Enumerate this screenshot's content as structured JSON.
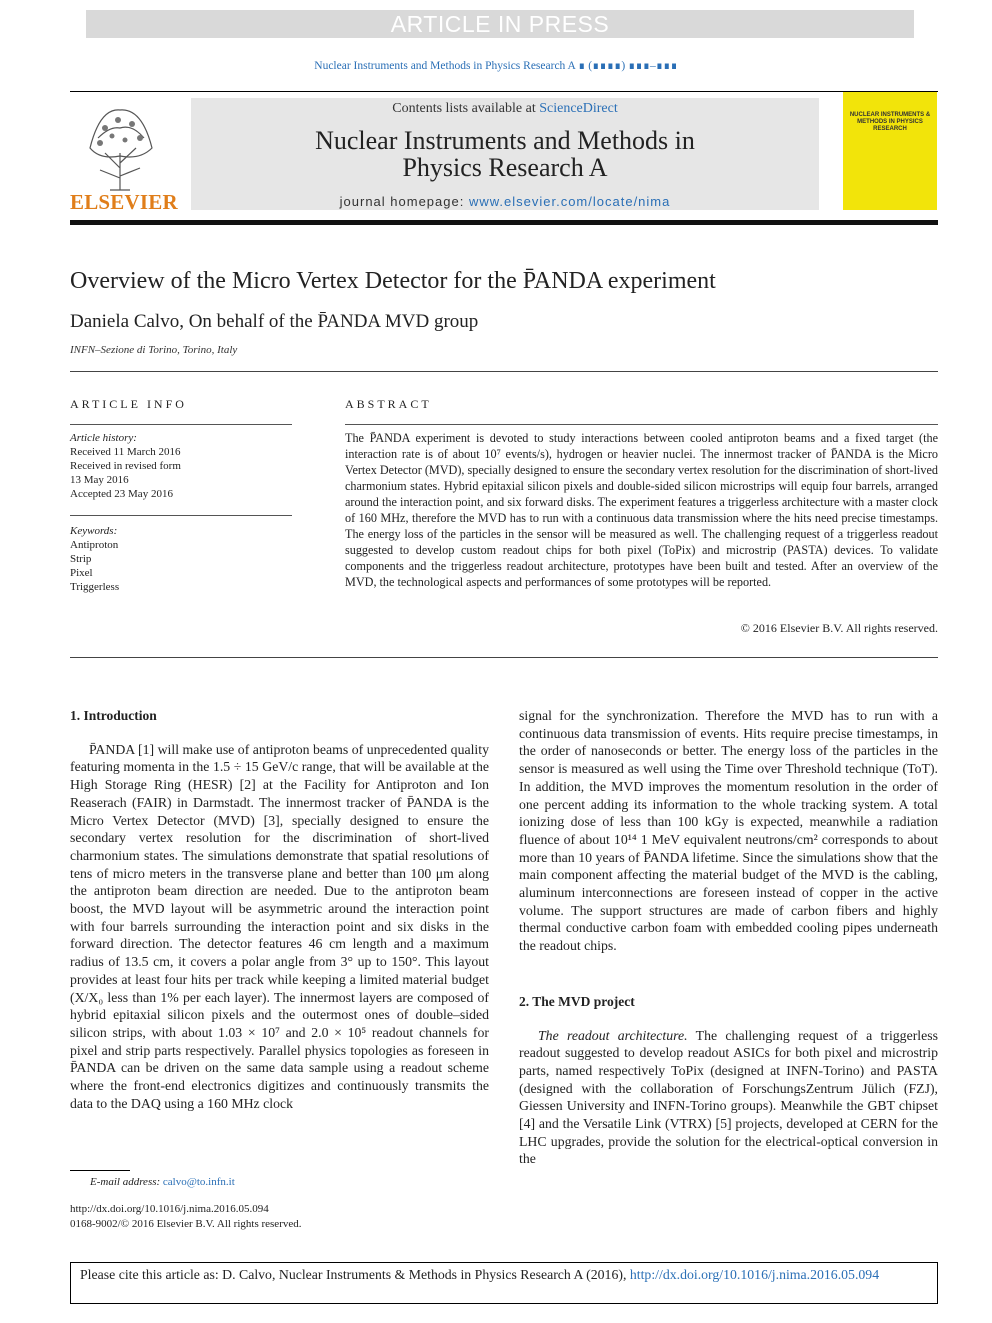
{
  "header": {
    "press_banner": "ARTICLE IN PRESS",
    "journal_citation": "Nuclear Instruments and Methods in Physics Research A ∎ (∎∎∎∎) ∎∎∎–∎∎∎",
    "contents_prefix": "Contents lists available at ",
    "contents_link": "ScienceDirect",
    "journal_title_line1": "Nuclear Instruments and Methods in",
    "journal_title_line2": "Physics Research A",
    "homepage_prefix": "journal homepage: ",
    "homepage_link": "www.elsevier.com/locate/nima",
    "publisher_logo_text": "ELSEVIER",
    "cover_text": "NUCLEAR INSTRUMENTS & METHODS IN PHYSICS RESEARCH"
  },
  "article": {
    "title": "Overview of the Micro Vertex Detector for the P̄ANDA experiment",
    "authors": "Daniela Calvo, On behalf of the P̄ANDA MVD group",
    "affiliation": "INFN–Sezione di Torino, Torino, Italy"
  },
  "article_info": {
    "label": "ARTICLE INFO",
    "history_label": "Article history:",
    "history": [
      "Received 11 March 2016",
      "Received in revised form",
      "13 May 2016",
      "Accepted 23 May 2016"
    ],
    "keywords_label": "Keywords:",
    "keywords": [
      "Antiproton",
      "Strip",
      "Pixel",
      "Triggerless"
    ]
  },
  "abstract": {
    "label": "ABSTRACT",
    "text": "The P̄ANDA experiment is devoted to study interactions between cooled antiproton beams and a fixed target (the interaction rate is of about 10⁷ events/s), hydrogen or heavier nuclei. The innermost tracker of P̄ANDA is the Micro Vertex Detector (MVD), specially designed to ensure the secondary vertex resolution for the discrimination of short-lived charmonium states. Hybrid epitaxial silicon pixels and double-sided silicon microstrips will equip four barrels, arranged around the interaction point, and six forward disks. The experiment features a triggerless architecture with a master clock of 160 MHz, therefore the MVD has to run with a continuous data transmission where the hits need precise timestamps. The energy loss of the particles in the sensor will be measured as well. The challenging request of a triggerless readout suggested to develop custom readout chips for both pixel (ToPix) and microstrip (PASTA) devices. To validate components and the triggerless readout architecture, prototypes have been built and tested. After an overview of the MVD, the technological aspects and performances of some prototypes will be reported.",
    "copyright": "© 2016 Elsevier B.V. All rights reserved."
  },
  "body": {
    "sec1_heading": "1.  Introduction",
    "sec1_para": "P̄ANDA [1] will make use of antiproton beams of unprecedented quality featuring momenta in the 1.5 ÷ 15 GeV/c range, that will be available at the High Storage Ring (HESR) [2] at the Facility for Antiproton and Ion Reaserach (FAIR) in Darmstadt. The innermost tracker of P̄ANDA is the Micro Vertex Detector (MVD) [3], specially designed to ensure the secondary vertex resolution for the discrimination of short-lived charmonium states. The simulations demonstrate that spatial resolutions of tens of micro meters in the transverse plane and better than 100 μm along the antiproton beam direction are needed. Due to the antiproton beam boost, the MVD layout will be asymmetric around the interaction point with four barrels surrounding the interaction point and six disks in the forward direction. The detector features 46 cm length and a maximum radius of 13.5 cm, it covers a polar angle from 3° up to 150°. This layout provides at least four hits per track while keeping a limited material budget (X/X₀ less than 1% per each layer). The innermost layers are composed of hybrid epitaxial silicon pixels and the outermost ones of double–sided silicon strips, with about 1.03 × 10⁷ and 2.0 × 10⁵ readout channels for pixel and strip parts respectively. Parallel physics topologies as foreseen in P̄ANDA can be driven on the same data sample using a readout scheme where the front-end electronics digitizes and continuously transmits the data to the DAQ using a 160 MHz clock",
    "col2_para": "signal for the synchronization. Therefore the MVD has to run with a continuous data transmission of events. Hits require precise timestamps, in the order of nanoseconds or better. The energy loss of the particles in the sensor is measured as well using the Time over Threshold technique (ToT). In addition, the MVD improves the momentum resolution in the order of one percent adding its information to the whole tracking system. A total ionizing dose of less than 100 kGy is expected, meanwhile a radiation fluence of about 10¹⁴ 1 MeV equivalent neutrons/cm² corresponds to about more than 10 years of P̄ANDA lifetime. Since the simulations show that the main component affecting the material budget of the MVD is the cabling, aluminum interconnections are foreseen instead of copper in the active volume. The support structures are made of carbon fibers and highly thermal conductive carbon foam with embedded cooling pipes underneath the readout chips.",
    "sec2_heading": "2.  The MVD project",
    "sec2_italic": "The readout architecture.",
    "sec2_para": " The challenging request of a triggerless readout suggested to develop readout ASICs for both pixel and microstrip parts, named respectively ToPix (designed at INFN-Torino) and PASTA (designed with the collaboration of ForschungsZentrum Jülich (FZJ), Giessen University and INFN-Torino groups). Meanwhile the GBT chipset [4] and the Versatile Link (VTRX) [5] projects, developed at CERN for the LHC upgrades, provide the solution for the electrical-optical conversion in the"
  },
  "footnotes": {
    "email_label": "E-mail address: ",
    "email": "calvo@to.infn.it",
    "doi": "http://dx.doi.org/10.1016/j.nima.2016.05.094",
    "issn": "0168-9002/© 2016 Elsevier B.V. All rights reserved."
  },
  "cite_box": {
    "prefix": "Please cite this article as: D. Calvo, Nuclear Instruments & Methods in Physics Research A (2016), ",
    "link": "http://dx.doi.org/10.1016/j.nima.2016.05.094"
  }
}
